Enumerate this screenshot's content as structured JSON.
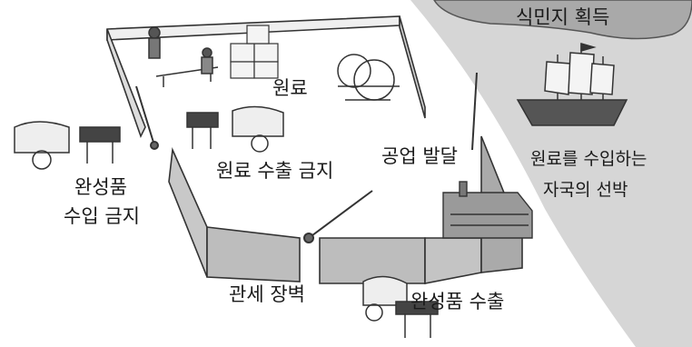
{
  "labels": {
    "colony": "식민지 획득",
    "raw_material": "원료",
    "raw_export_ban": "원료 수출 금지",
    "finished_import_ban_line1": "완성품",
    "finished_import_ban_line2": "수입 금지",
    "industry": "공업 발달",
    "ship_line1": "원료를 수입하는",
    "ship_line2": "자국의 선박",
    "tariff_wall": "관세 장벽",
    "finished_export": "완성품 수출"
  }
}
